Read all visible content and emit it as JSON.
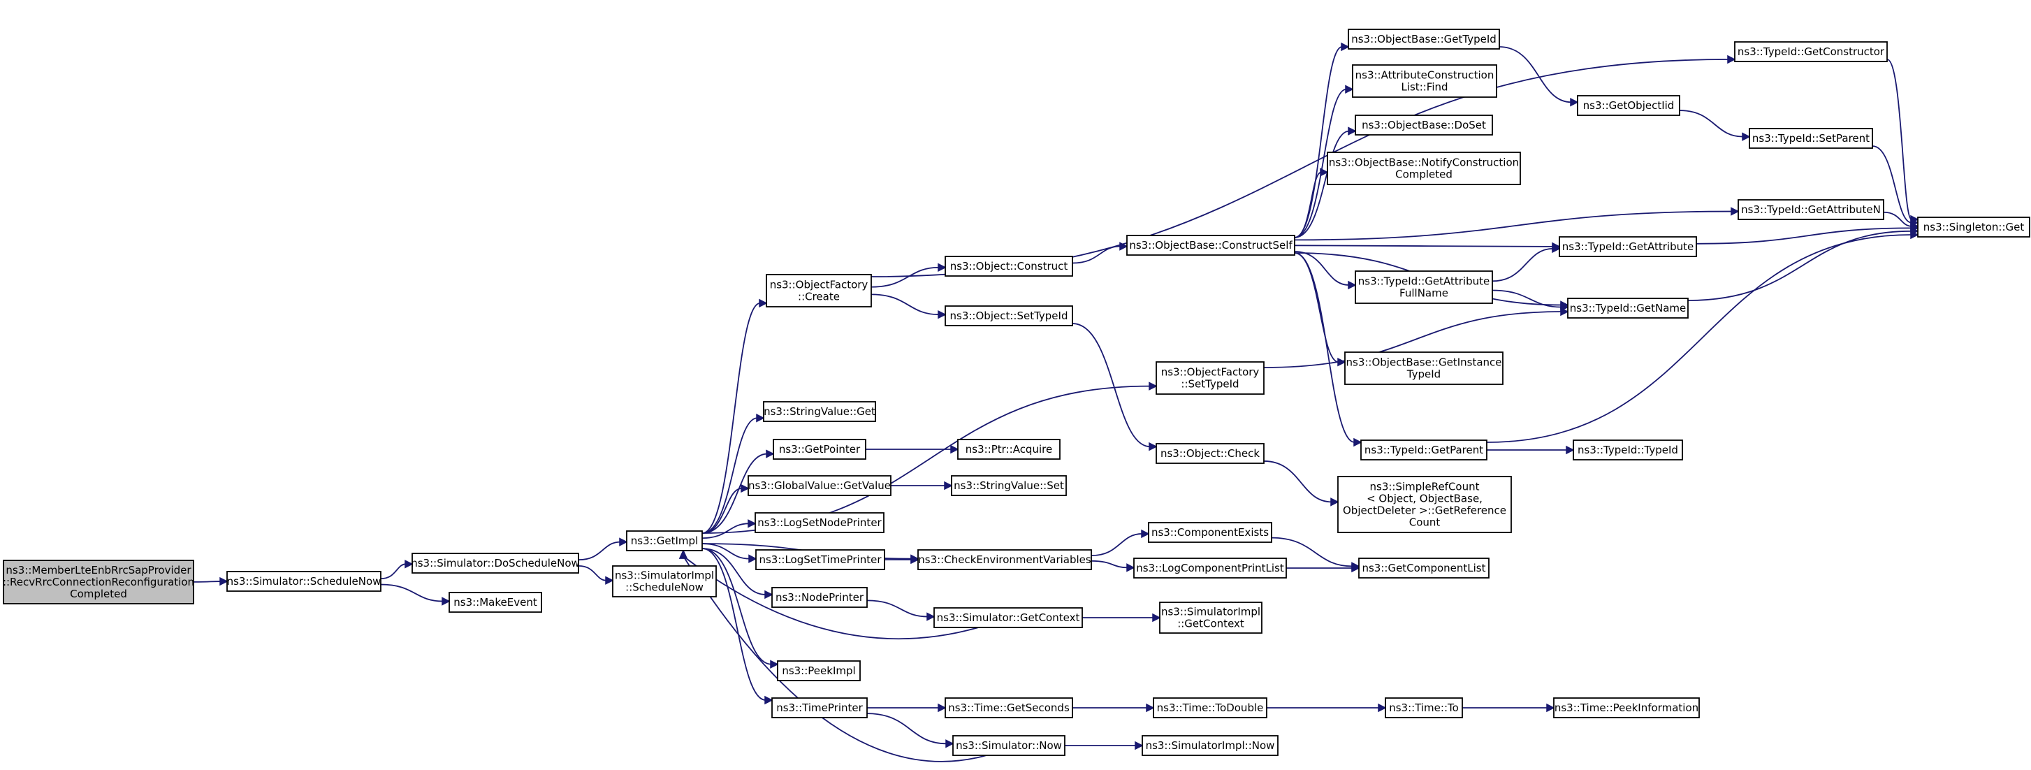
{
  "colors": {
    "edge": "#191970",
    "node_border": "#000000",
    "node_fill": "#ffffff",
    "root_fill": "#bfbfbf",
    "truncated_border": "#ff0000"
  },
  "graph": {
    "nodes": [
      {
        "id": "root",
        "lines": [
          "ns3::MemberLteEnbRrcSapProvider",
          "::RecvRrcConnectionReconfiguration",
          "Completed"
        ],
        "style": "root"
      },
      {
        "id": "sim_schedule_now",
        "lines": [
          "ns3::Simulator::ScheduleNow"
        ]
      },
      {
        "id": "sim_do_schedule_now",
        "lines": [
          "ns3::Simulator::DoScheduleNow"
        ]
      },
      {
        "id": "make_event",
        "lines": [
          "ns3::MakeEvent"
        ]
      },
      {
        "id": "get_impl",
        "lines": [
          "ns3::GetImpl"
        ]
      },
      {
        "id": "simimpl_schedule_now",
        "lines": [
          "ns3::SimulatorImpl",
          "::ScheduleNow"
        ]
      },
      {
        "id": "objfactory_create",
        "lines": [
          "ns3::ObjectFactory",
          "::Create"
        ]
      },
      {
        "id": "stringvalue_get",
        "lines": [
          "ns3::StringValue::Get"
        ]
      },
      {
        "id": "get_pointer",
        "lines": [
          "ns3::GetPointer"
        ]
      },
      {
        "id": "globalvalue_getvalue",
        "lines": [
          "ns3::GlobalValue::GetValue"
        ]
      },
      {
        "id": "log_set_node_printer",
        "lines": [
          "ns3::LogSetNodePrinter"
        ]
      },
      {
        "id": "log_set_time_printer",
        "lines": [
          "ns3::LogSetTimePrinter"
        ]
      },
      {
        "id": "node_printer",
        "lines": [
          "ns3::NodePrinter"
        ]
      },
      {
        "id": "peek_impl",
        "lines": [
          "ns3::PeekImpl"
        ]
      },
      {
        "id": "time_printer",
        "lines": [
          "ns3::TimePrinter"
        ]
      },
      {
        "id": "object_construct",
        "lines": [
          "ns3::Object::Construct"
        ]
      },
      {
        "id": "object_settypeid",
        "lines": [
          "ns3::Object::SetTypeId"
        ]
      },
      {
        "id": "ptr_acquire",
        "lines": [
          "ns3::Ptr::Acquire"
        ]
      },
      {
        "id": "stringvalue_set",
        "lines": [
          "ns3::StringValue::Set"
        ]
      },
      {
        "id": "check_env_vars",
        "lines": [
          "ns3::CheckEnvironmentVariables"
        ]
      },
      {
        "id": "sim_get_context",
        "lines": [
          "ns3::Simulator::GetContext"
        ]
      },
      {
        "id": "time_get_seconds",
        "lines": [
          "ns3::Time::GetSeconds"
        ]
      },
      {
        "id": "sim_now",
        "lines": [
          "ns3::Simulator::Now"
        ]
      },
      {
        "id": "objectbase_constructself",
        "lines": [
          "ns3::ObjectBase::ConstructSelf"
        ]
      },
      {
        "id": "objfactory_settypeid",
        "lines": [
          "ns3::ObjectFactory",
          "::SetTypeId"
        ]
      },
      {
        "id": "object_check",
        "lines": [
          "ns3::Object::Check"
        ]
      },
      {
        "id": "component_exists",
        "lines": [
          "ns3::ComponentExists"
        ]
      },
      {
        "id": "log_component_print_list",
        "lines": [
          "ns3::LogComponentPrintList"
        ]
      },
      {
        "id": "simimpl_get_context",
        "lines": [
          "ns3::SimulatorImpl",
          "::GetContext"
        ]
      },
      {
        "id": "time_todouble",
        "lines": [
          "ns3::Time::ToDouble"
        ]
      },
      {
        "id": "simimpl_now",
        "lines": [
          "ns3::SimulatorImpl::Now"
        ]
      },
      {
        "id": "objectbase_gettypeid",
        "lines": [
          "ns3::ObjectBase::GetTypeId"
        ]
      },
      {
        "id": "attr_construction_list_find",
        "lines": [
          "ns3::AttributeConstruction",
          "List::Find"
        ]
      },
      {
        "id": "objectbase_doset",
        "lines": [
          "ns3::ObjectBase::DoSet"
        ]
      },
      {
        "id": "objectbase_notify",
        "lines": [
          "ns3::ObjectBase::NotifyConstruction",
          "Completed"
        ]
      },
      {
        "id": "typeid_getattributefullname",
        "lines": [
          "ns3::TypeId::GetAttribute",
          "FullName"
        ]
      },
      {
        "id": "objectbase_getinstancetypeid",
        "lines": [
          "ns3::ObjectBase::GetInstance",
          "TypeId"
        ]
      },
      {
        "id": "typeid_getparent",
        "lines": [
          "ns3::TypeId::GetParent"
        ]
      },
      {
        "id": "simple_ref_count",
        "lines": [
          "ns3::SimpleRefCount",
          "< Object, ObjectBase,",
          "ObjectDeleter >::GetReference",
          "Count"
        ]
      },
      {
        "id": "get_component_list",
        "lines": [
          "ns3::GetComponentList"
        ]
      },
      {
        "id": "time_to",
        "lines": [
          "ns3::Time::To"
        ]
      },
      {
        "id": "get_object_iid",
        "lines": [
          "ns3::GetObjectIid"
        ]
      },
      {
        "id": "typeid_getattribute",
        "lines": [
          "ns3::TypeId::GetAttribute"
        ]
      },
      {
        "id": "typeid_getname",
        "lines": [
          "ns3::TypeId::GetName"
        ]
      },
      {
        "id": "typeid_typeid",
        "lines": [
          "ns3::TypeId::TypeId"
        ]
      },
      {
        "id": "time_peekinformation",
        "lines": [
          "ns3::Time::PeekInformation"
        ],
        "style": "truncated"
      },
      {
        "id": "typeid_getconstructor",
        "lines": [
          "ns3::TypeId::GetConstructor"
        ]
      },
      {
        "id": "typeid_setparent",
        "lines": [
          "ns3::TypeId::SetParent"
        ]
      },
      {
        "id": "typeid_getattributen",
        "lines": [
          "ns3::TypeId::GetAttributeN"
        ]
      },
      {
        "id": "singleton_get",
        "lines": [
          "ns3::Singleton::Get"
        ]
      }
    ],
    "edges": [
      [
        "root",
        "sim_schedule_now"
      ],
      [
        "sim_schedule_now",
        "sim_do_schedule_now"
      ],
      [
        "sim_schedule_now",
        "make_event"
      ],
      [
        "sim_do_schedule_now",
        "get_impl"
      ],
      [
        "sim_do_schedule_now",
        "simimpl_schedule_now"
      ],
      [
        "get_impl",
        "objfactory_create"
      ],
      [
        "get_impl",
        "stringvalue_get"
      ],
      [
        "get_impl",
        "get_pointer"
      ],
      [
        "get_impl",
        "globalvalue_getvalue"
      ],
      [
        "get_impl",
        "log_set_node_printer"
      ],
      [
        "get_impl",
        "log_set_time_printer"
      ],
      [
        "get_impl",
        "node_printer"
      ],
      [
        "get_impl",
        "peek_impl"
      ],
      [
        "get_impl",
        "time_printer"
      ],
      [
        "get_impl",
        "objfactory_settypeid"
      ],
      [
        "get_impl",
        "check_env_vars"
      ],
      [
        "sim_get_context",
        "get_impl"
      ],
      [
        "sim_now",
        "get_impl"
      ],
      [
        "objfactory_create",
        "object_construct"
      ],
      [
        "objfactory_create",
        "object_settypeid"
      ],
      [
        "objfactory_create",
        "typeid_getconstructor"
      ],
      [
        "get_pointer",
        "ptr_acquire"
      ],
      [
        "globalvalue_getvalue",
        "stringvalue_set"
      ],
      [
        "log_set_time_printer",
        "check_env_vars"
      ],
      [
        "node_printer",
        "sim_get_context"
      ],
      [
        "time_printer",
        "time_get_seconds"
      ],
      [
        "time_printer",
        "sim_now"
      ],
      [
        "object_construct",
        "objectbase_constructself"
      ],
      [
        "object_settypeid",
        "object_check"
      ],
      [
        "check_env_vars",
        "component_exists"
      ],
      [
        "check_env_vars",
        "log_component_print_list"
      ],
      [
        "sim_get_context",
        "simimpl_get_context"
      ],
      [
        "time_get_seconds",
        "time_todouble"
      ],
      [
        "sim_now",
        "simimpl_now"
      ],
      [
        "objectbase_constructself",
        "objectbase_gettypeid"
      ],
      [
        "objectbase_constructself",
        "attr_construction_list_find"
      ],
      [
        "objectbase_constructself",
        "objectbase_doset"
      ],
      [
        "objectbase_constructself",
        "objectbase_notify"
      ],
      [
        "objectbase_constructself",
        "typeid_getattributefullname"
      ],
      [
        "objectbase_constructself",
        "objectbase_getinstancetypeid"
      ],
      [
        "objectbase_constructself",
        "typeid_getparent"
      ],
      [
        "objectbase_constructself",
        "typeid_getattributen"
      ],
      [
        "objectbase_constructself",
        "typeid_getattribute"
      ],
      [
        "objectbase_constructself",
        "typeid_getname"
      ],
      [
        "objfactory_settypeid",
        "typeid_getname"
      ],
      [
        "object_check",
        "simple_ref_count"
      ],
      [
        "component_exists",
        "get_component_list"
      ],
      [
        "log_component_print_list",
        "get_component_list"
      ],
      [
        "time_todouble",
        "time_to"
      ],
      [
        "objectbase_gettypeid",
        "get_object_iid"
      ],
      [
        "typeid_getattributefullname",
        "typeid_getattribute"
      ],
      [
        "typeid_getattributefullname",
        "typeid_getname"
      ],
      [
        "typeid_getparent",
        "typeid_typeid"
      ],
      [
        "typeid_getparent",
        "singleton_get"
      ],
      [
        "time_to",
        "time_peekinformation"
      ],
      [
        "get_object_iid",
        "typeid_setparent"
      ],
      [
        "typeid_getattribute",
        "singleton_get"
      ],
      [
        "typeid_getname",
        "singleton_get"
      ],
      [
        "typeid_getconstructor",
        "singleton_get"
      ],
      [
        "typeid_setparent",
        "singleton_get"
      ],
      [
        "typeid_getattributen",
        "singleton_get"
      ]
    ]
  }
}
